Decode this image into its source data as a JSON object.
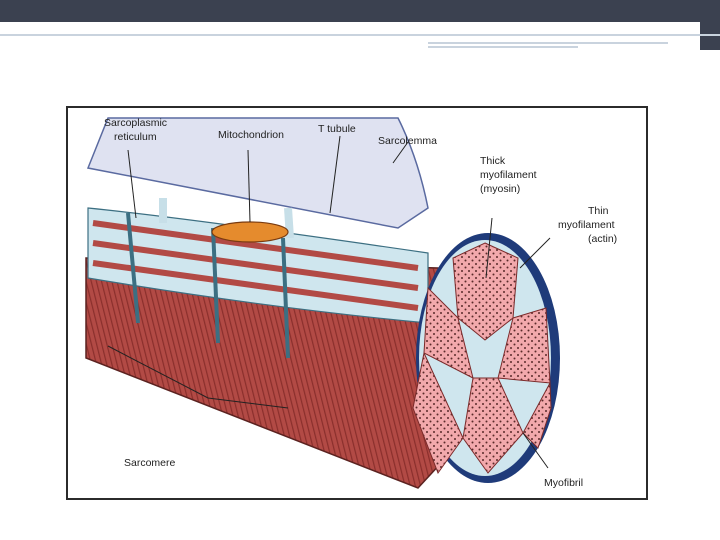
{
  "slide": {
    "colors": {
      "header_bar": "#3b4150",
      "rule": "#c9d3de",
      "frame_border": "#2b2b2b"
    }
  },
  "diagram": {
    "labels": {
      "sarcoplasmic_reticulum_line1": "Sarcoplasmic",
      "sarcoplasmic_reticulum_line2": "reticulum",
      "mitochondrion": "Mitochondrion",
      "t_tubule": "T tubule",
      "sarcolemma": "Sarcolemma",
      "thick_line1": "Thick",
      "thick_line2": "myofilament",
      "thick_line3": "(myosin)",
      "thin_line1": "Thin",
      "thin_line2": "myofilament",
      "thin_line3": "(actin)",
      "sarcomere": "Sarcomere",
      "myofibril": "Myofibril"
    },
    "colors": {
      "muscle": "#b24a45",
      "muscle_dark": "#8a2f2c",
      "reticulum": "#cfe6ee",
      "sarcolemma": "#dfe2f1",
      "myofibril_face": "#f0a3a6",
      "mitochondrion": "#e58b2d"
    }
  }
}
